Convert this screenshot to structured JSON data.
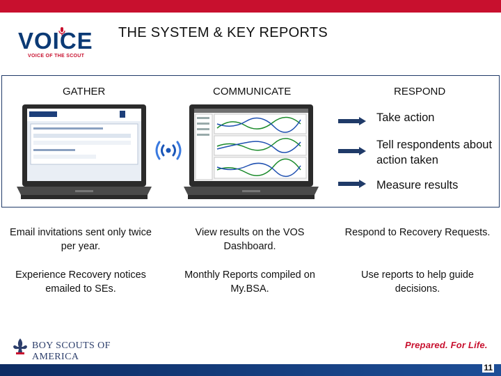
{
  "logo": {
    "wordmark": "VOICE",
    "tagline": "VOICE OF THE SCOUT"
  },
  "title": "THE SYSTEM & KEY REPORTS",
  "columns": [
    {
      "heading": "GATHER"
    },
    {
      "heading": "COMMUNICATE"
    },
    {
      "heading": "RESPOND"
    }
  ],
  "respond_items": [
    {
      "label": "Take action"
    },
    {
      "label": "Tell respondents about action taken"
    },
    {
      "label": "Measure results"
    }
  ],
  "descriptions": {
    "gather": [
      "Email invitations sent only twice per year.",
      "Experience Recovery notices emailed to SEs."
    ],
    "communicate": [
      "View results on the VOS Dashboard.",
      "Monthly Reports compiled on My.BSA."
    ],
    "respond": [
      "Respond to Recovery Requests.",
      "Use reports to help guide decisions."
    ]
  },
  "footer": {
    "org": "BOY SCOUTS OF AMERICA",
    "slogan": "Prepared. For Life.",
    "page_number": "11"
  },
  "colors": {
    "red": "#c8102e",
    "navy": "#0b3a75",
    "panel_border": "#1f3a68"
  }
}
